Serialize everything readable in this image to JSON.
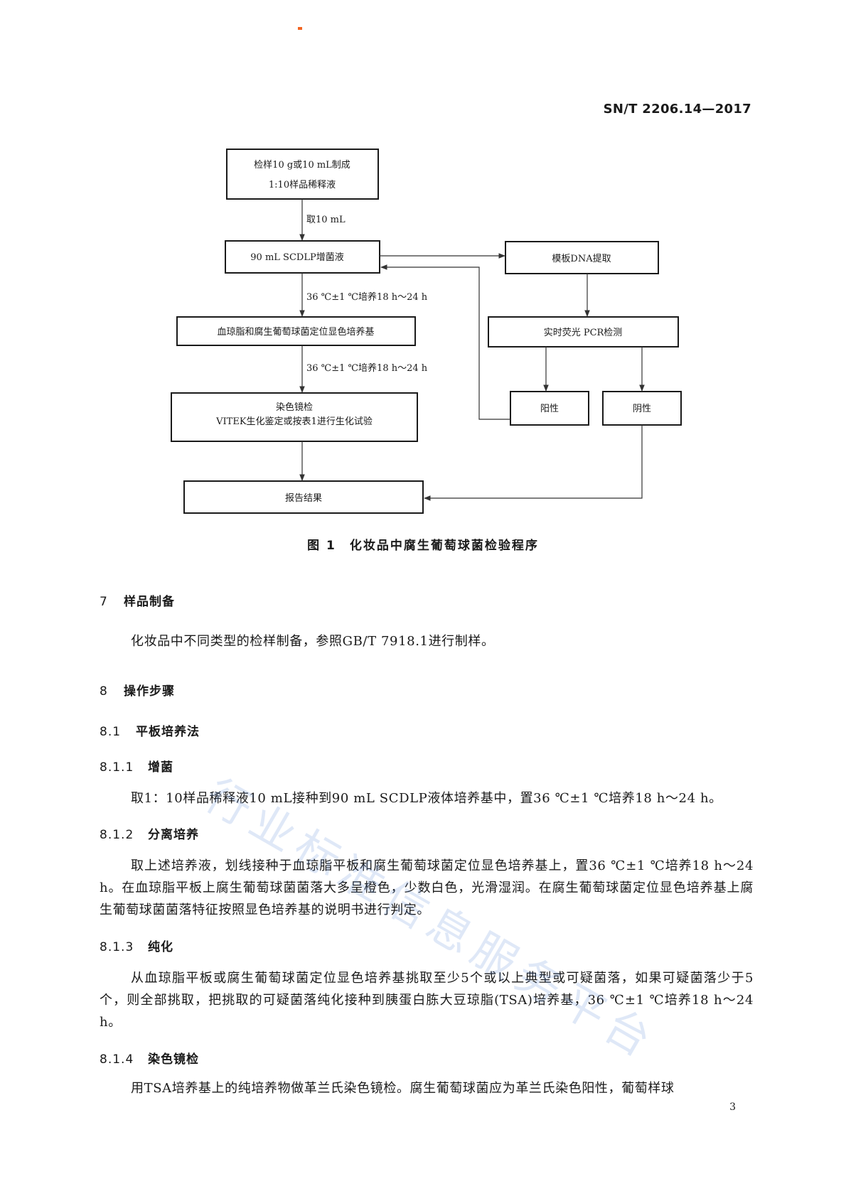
{
  "header": {
    "standard_code": "SN/T 2206.14—2017"
  },
  "flowchart": {
    "sample_prep_line1": "检样10 g或10 mL制成",
    "sample_prep_line2": "1:10样品稀释液",
    "take_label": "取10 mL",
    "enrichment": "90 mL SCDLP增菌液",
    "incubation_label_1": "36 ℃±1 ℃培养18 h～24 h",
    "plating": "血琼脂和腐生葡萄球菌定位显色培养基",
    "incubation_label_2": "36 ℃±1 ℃培养18 h～24 h",
    "stain_line1": "染色镜检",
    "stain_line2": "VITEK生化鉴定或按表1进行生化试验",
    "report": "报告结果",
    "dna_extraction": "模板DNA提取",
    "pcr": "实时荧光 PCR检测",
    "positive": "阳性",
    "negative": "阴性"
  },
  "figure_caption": "图 1　化妆品中腐生葡萄球菌检验程序",
  "sections": {
    "s7": {
      "number": "7",
      "title": "样品制备",
      "text": "化妆品中不同类型的检样制备，参照GB/T 7918.1进行制样。"
    },
    "s8": {
      "number": "8",
      "title": "操作步骤"
    },
    "s81": {
      "number": "8.1",
      "title": "平板培养法"
    },
    "s811": {
      "number": "8.1.1",
      "title": "增菌",
      "text": "取1：10样品稀释液10 mL接种到90 mL SCDLP液体培养基中，置36 ℃±1 ℃培养18 h～24 h。"
    },
    "s812": {
      "number": "8.1.2",
      "title": "分离培养",
      "text": "取上述培养液，划线接种于血琼脂平板和腐生葡萄球菌定位显色培养基上，置36 ℃±1 ℃培养18 h～24 h。在血琼脂平板上腐生葡萄球菌菌落大多呈橙色，少数白色，光滑湿润。在腐生葡萄球菌定位显色培养基上腐生葡萄球菌菌落特征按照显色培养基的说明书进行判定。"
    },
    "s813": {
      "number": "8.1.3",
      "title": "纯化",
      "text": "从血琼脂平板或腐生葡萄球菌定位显色培养基挑取至少5个或以上典型或可疑菌落，如果可疑菌落少于5个，则全部挑取，把挑取的可疑菌落纯化接种到胰蛋白胨大豆琼脂(TSA)培养基，36 ℃±1 ℃培养18 h～24 h。"
    },
    "s814": {
      "number": "8.1.4",
      "title": "染色镜检",
      "text": "用TSA培养基上的纯培养物做革兰氏染色镜检。腐生葡萄球菌应为革兰氏染色阳性，葡萄样球"
    }
  },
  "watermark": "行业标准信息服务平台",
  "page_number": "3"
}
